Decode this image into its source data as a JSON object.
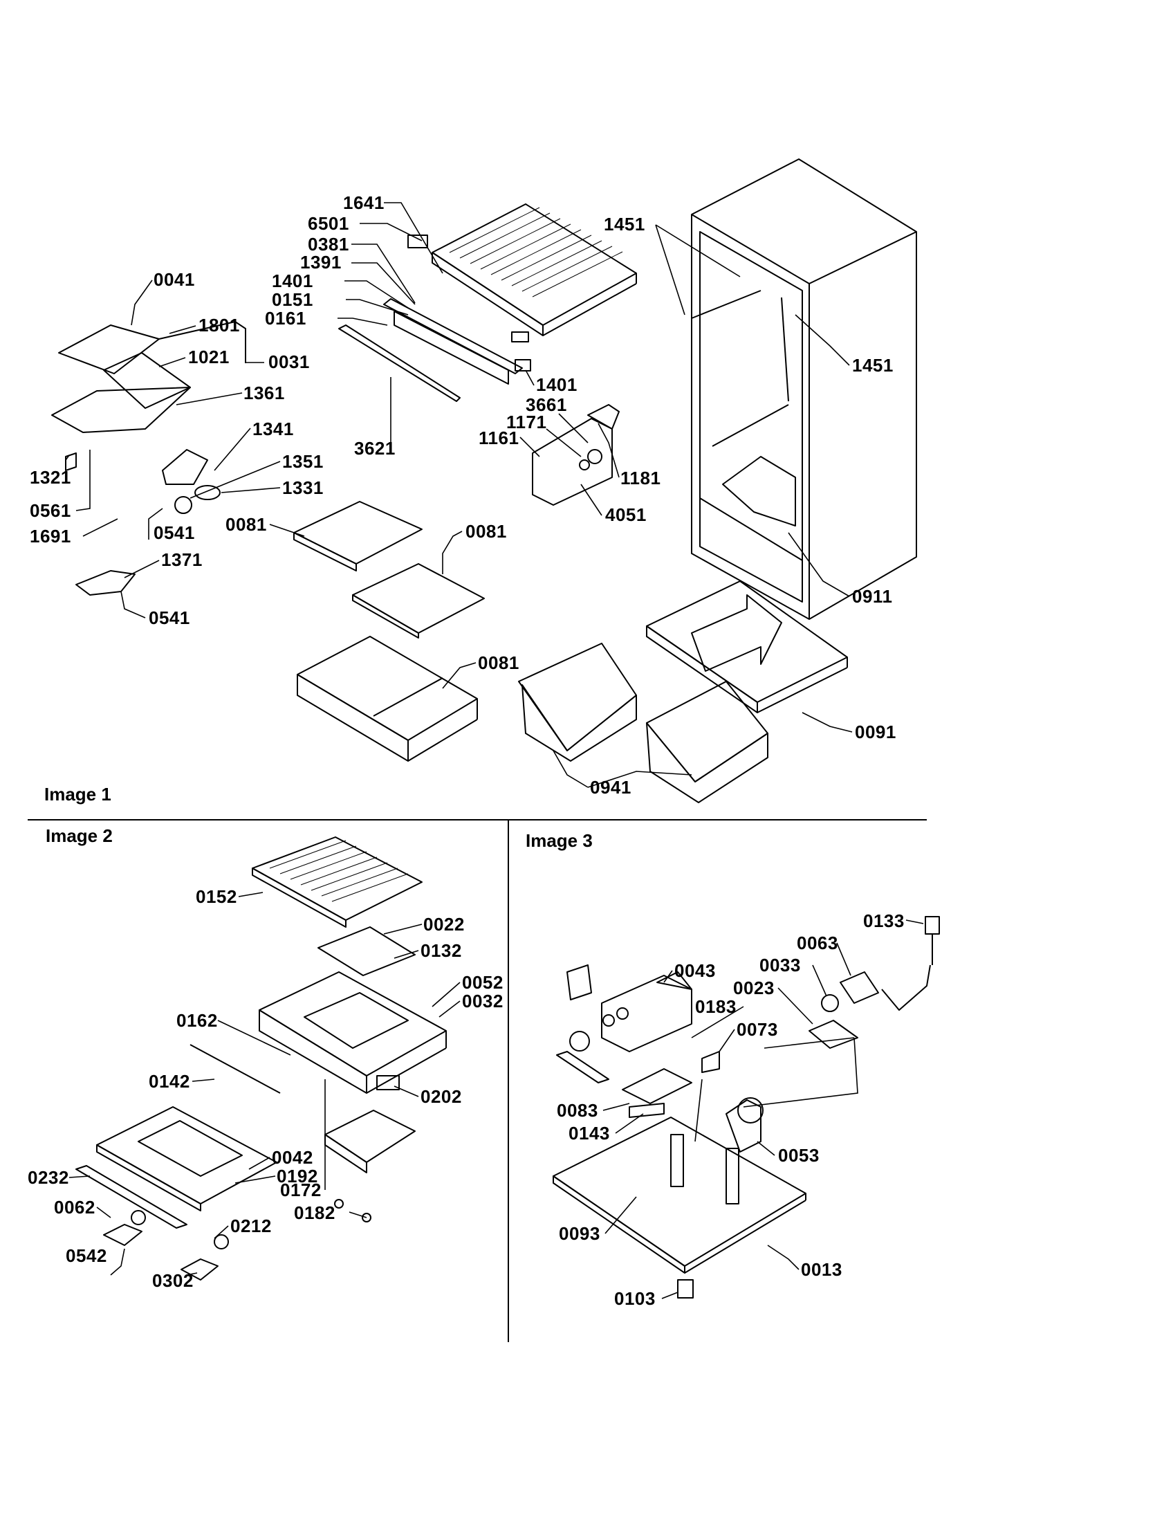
{
  "sections": [
    {
      "id": "image1",
      "title": "Image 1"
    },
    {
      "id": "image2",
      "title": "Image 2"
    },
    {
      "id": "image3",
      "title": "Image 3"
    }
  ],
  "image1": {
    "labels": [
      "1641",
      "6501",
      "0381",
      "1391",
      "1401",
      "0151",
      "0161",
      "0031",
      "1401",
      "3661",
      "1171",
      "1161",
      "1181",
      "4051",
      "3621",
      "0041",
      "1801",
      "1021",
      "1361",
      "1341",
      "1351",
      "1331",
      "1321",
      "0561",
      "0541",
      "1691",
      "1371",
      "0541",
      "0081",
      "0081",
      "0081",
      "0941",
      "0091",
      "1451",
      "1451",
      "0911"
    ]
  },
  "image2": {
    "labels": [
      "0152",
      "0022",
      "0132",
      "0052",
      "0032",
      "0162",
      "0142",
      "0202",
      "0042",
      "0192",
      "0232",
      "0062",
      "0542",
      "0302",
      "0212",
      "0172",
      "0182"
    ]
  },
  "image3": {
    "labels": [
      "0133",
      "0063",
      "0033",
      "0023",
      "0043",
      "0183",
      "0073",
      "0083",
      "0143",
      "0053",
      "0093",
      "0013",
      "0103"
    ]
  }
}
